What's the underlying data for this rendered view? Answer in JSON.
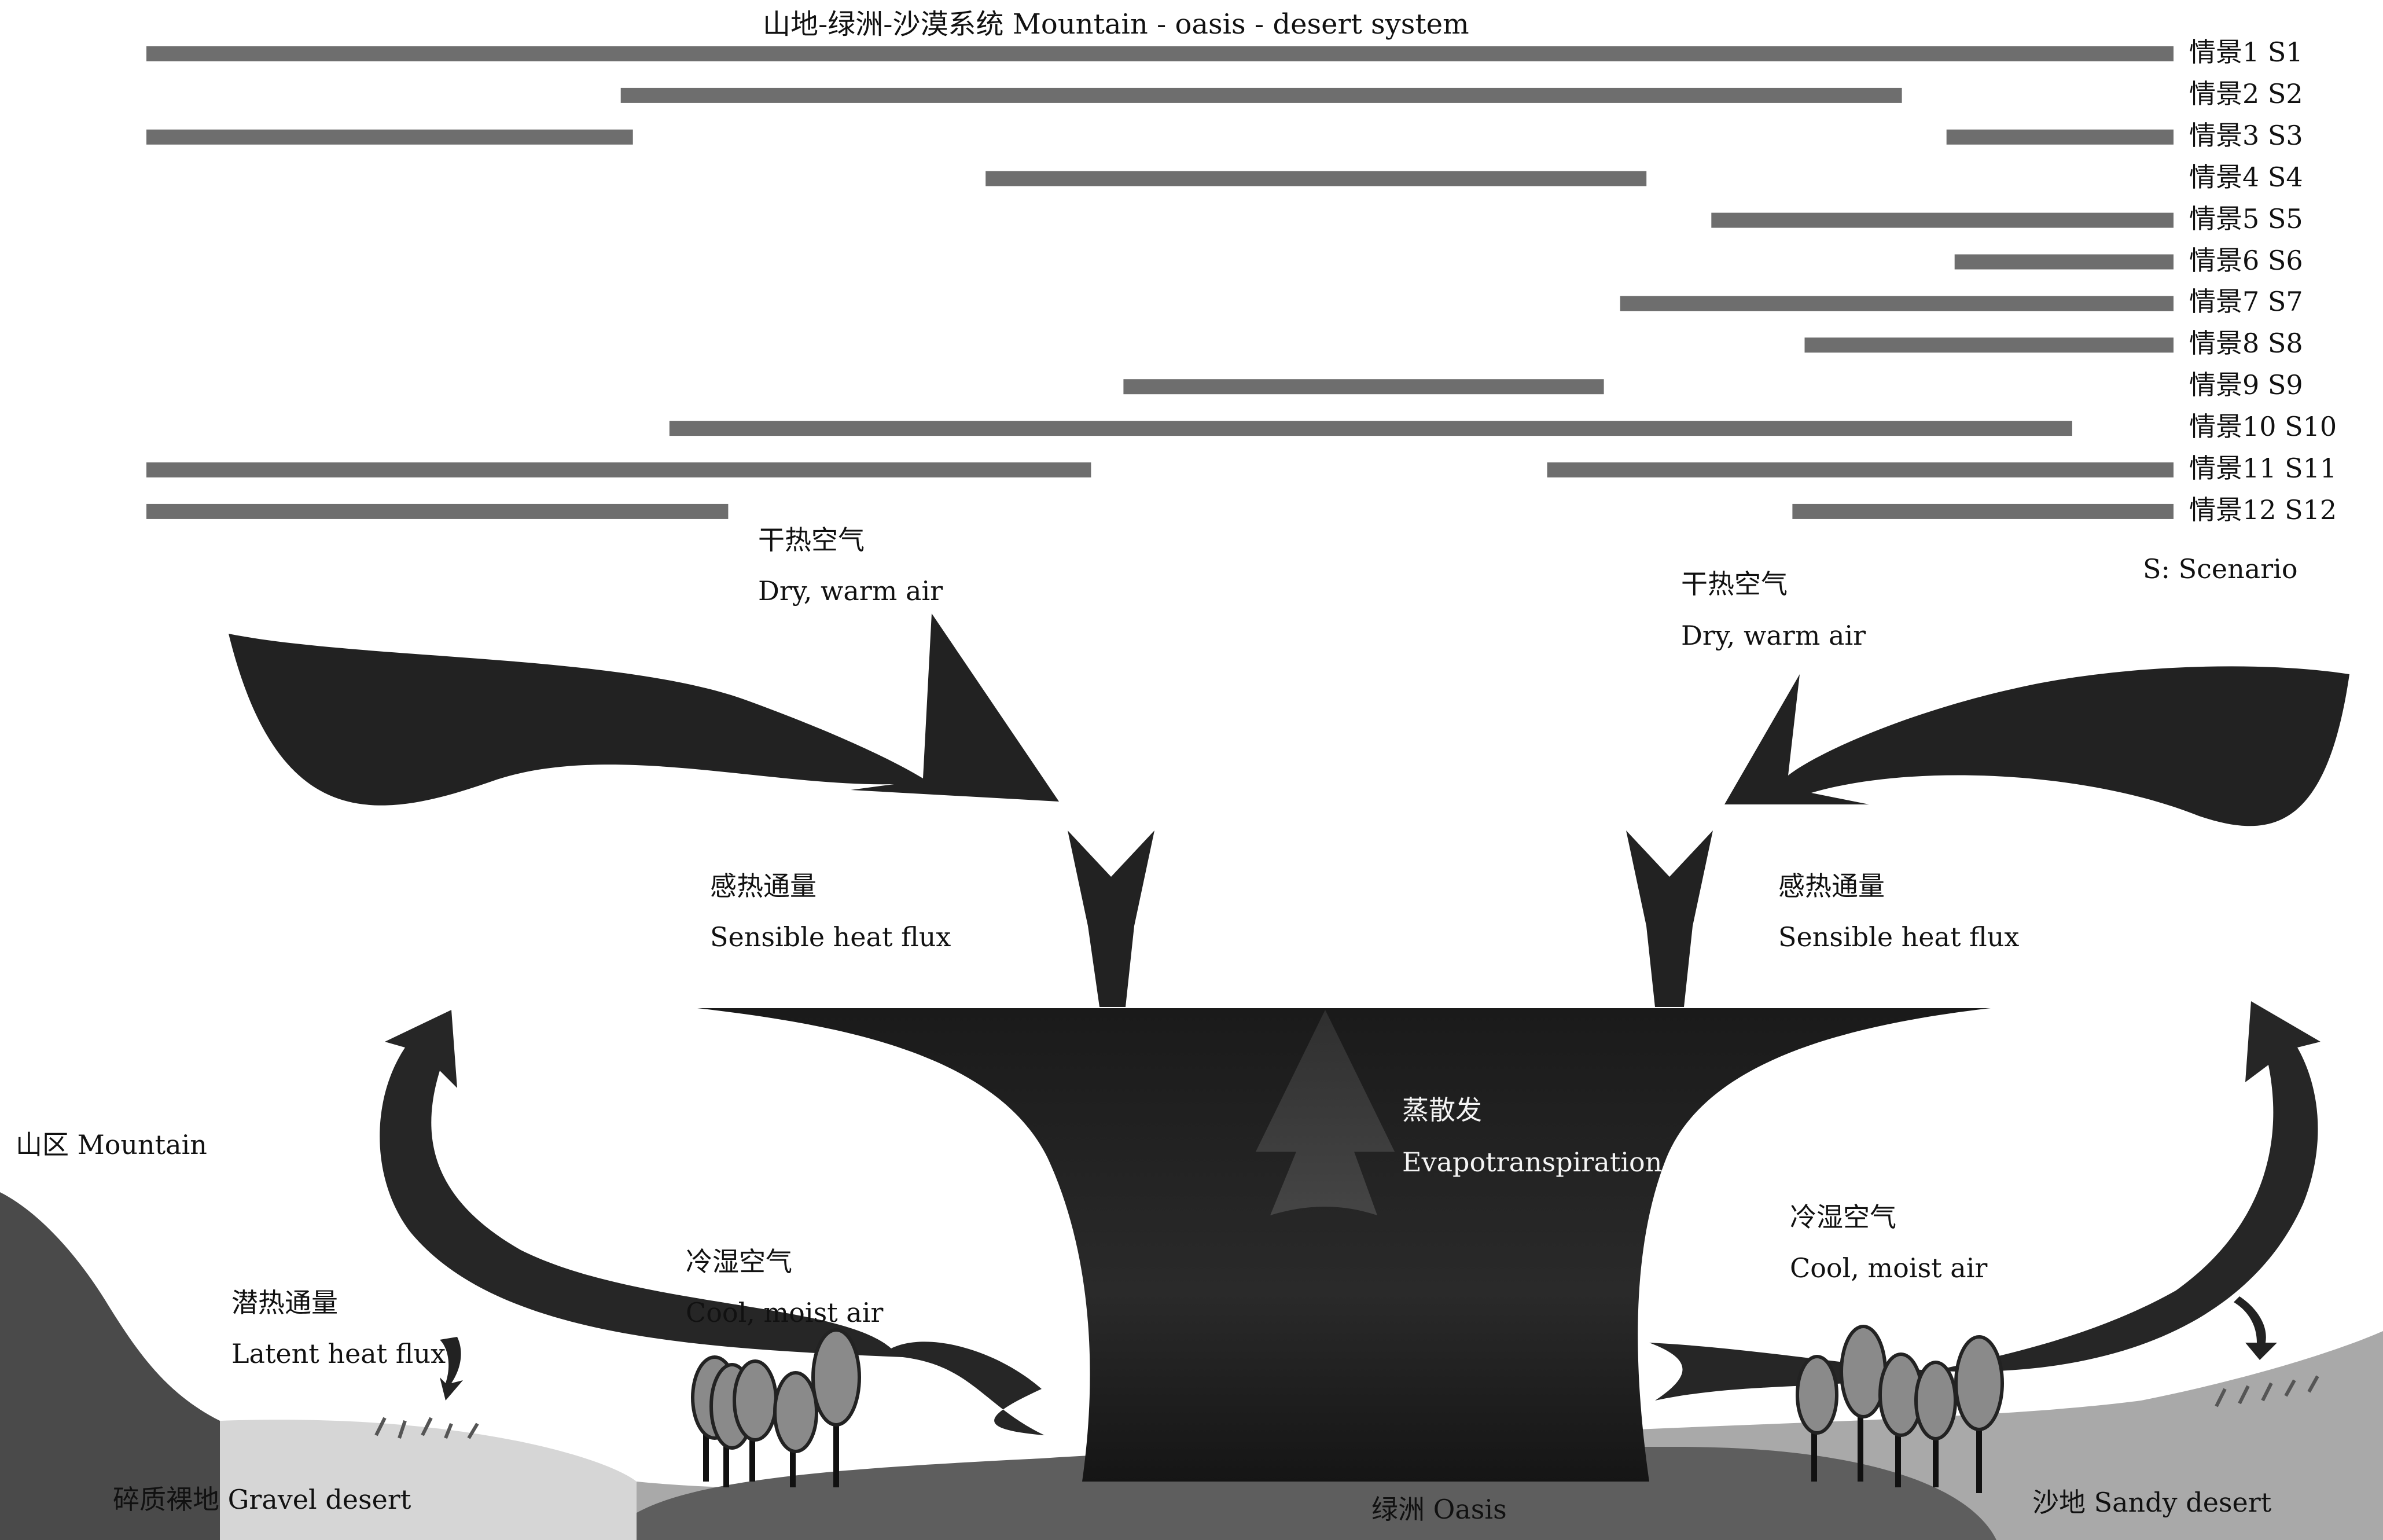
{
  "title": "山地-绿洲-沙漠系统 Mountain - oasis - desert system",
  "legend_note": "S: Scenario",
  "scenarios": [
    {
      "label": "情景1  S1",
      "segments": [
        [
          0.0,
          1.0
        ]
      ]
    },
    {
      "label": "情景2  S2",
      "segments": [
        [
          0.234,
          0.866
        ]
      ]
    },
    {
      "label": "情景3  S3",
      "segments": [
        [
          0.0,
          0.24
        ],
        [
          0.888,
          1.0
        ]
      ]
    },
    {
      "label": "情景4  S4",
      "segments": [
        [
          0.414,
          0.74
        ]
      ]
    },
    {
      "label": "情景5  S5",
      "segments": [
        [
          0.772,
          1.0
        ]
      ]
    },
    {
      "label": "情景6  S6",
      "segments": [
        [
          0.892,
          1.0
        ]
      ]
    },
    {
      "label": "情景7  S7",
      "segments": [
        [
          0.727,
          1.0
        ]
      ]
    },
    {
      "label": "情景8  S8",
      "segments": [
        [
          0.818,
          1.0
        ]
      ]
    },
    {
      "label": "情景9  S9",
      "segments": [
        [
          0.482,
          0.719
        ]
      ]
    },
    {
      "label": "情景10  S10",
      "segments": [
        [
          0.258,
          0.95
        ]
      ]
    },
    {
      "label": "情景11  S11",
      "segments": [
        [
          0.0,
          0.466
        ],
        [
          0.691,
          1.0
        ]
      ]
    },
    {
      "label": "情景12  S12",
      "segments": [
        [
          0.0,
          0.287
        ],
        [
          0.812,
          1.0
        ]
      ]
    }
  ],
  "labels": {
    "dry_warm_left_cn": "干热空气",
    "dry_warm_left_en": "Dry, warm air",
    "dry_warm_right_cn": "干热空气",
    "dry_warm_right_en": "Dry, warm air",
    "sensible_left_cn": "感热通量",
    "sensible_left_en": "Sensible heat flux",
    "sensible_right_cn": "感热通量",
    "sensible_right_en": "Sensible heat flux",
    "evap_cn": "蒸散发",
    "evap_en": "Evapotranspiration",
    "mountain": "山区 Mountain",
    "latent_cn": "潜热通量",
    "latent_en": "Latent heat flux",
    "cool_left_cn": "冷湿空气",
    "cool_left_en": "Cool, moist air",
    "cool_right_cn": "冷湿空气",
    "cool_right_en": "Cool, moist air",
    "gravel": "碎质裸地 Gravel desert",
    "oasis": "绿洲 Oasis",
    "sandy": "沙地 Sandy desert"
  },
  "colors": {
    "bar": "#6e6e6e",
    "arrow": "#222222",
    "funnel": "#1c1c1c",
    "ground_dark": "#5e5e5e",
    "ground_light": "#a9a9a9",
    "mountain": "#4a4a4a",
    "tree": "#8a8a8a"
  }
}
